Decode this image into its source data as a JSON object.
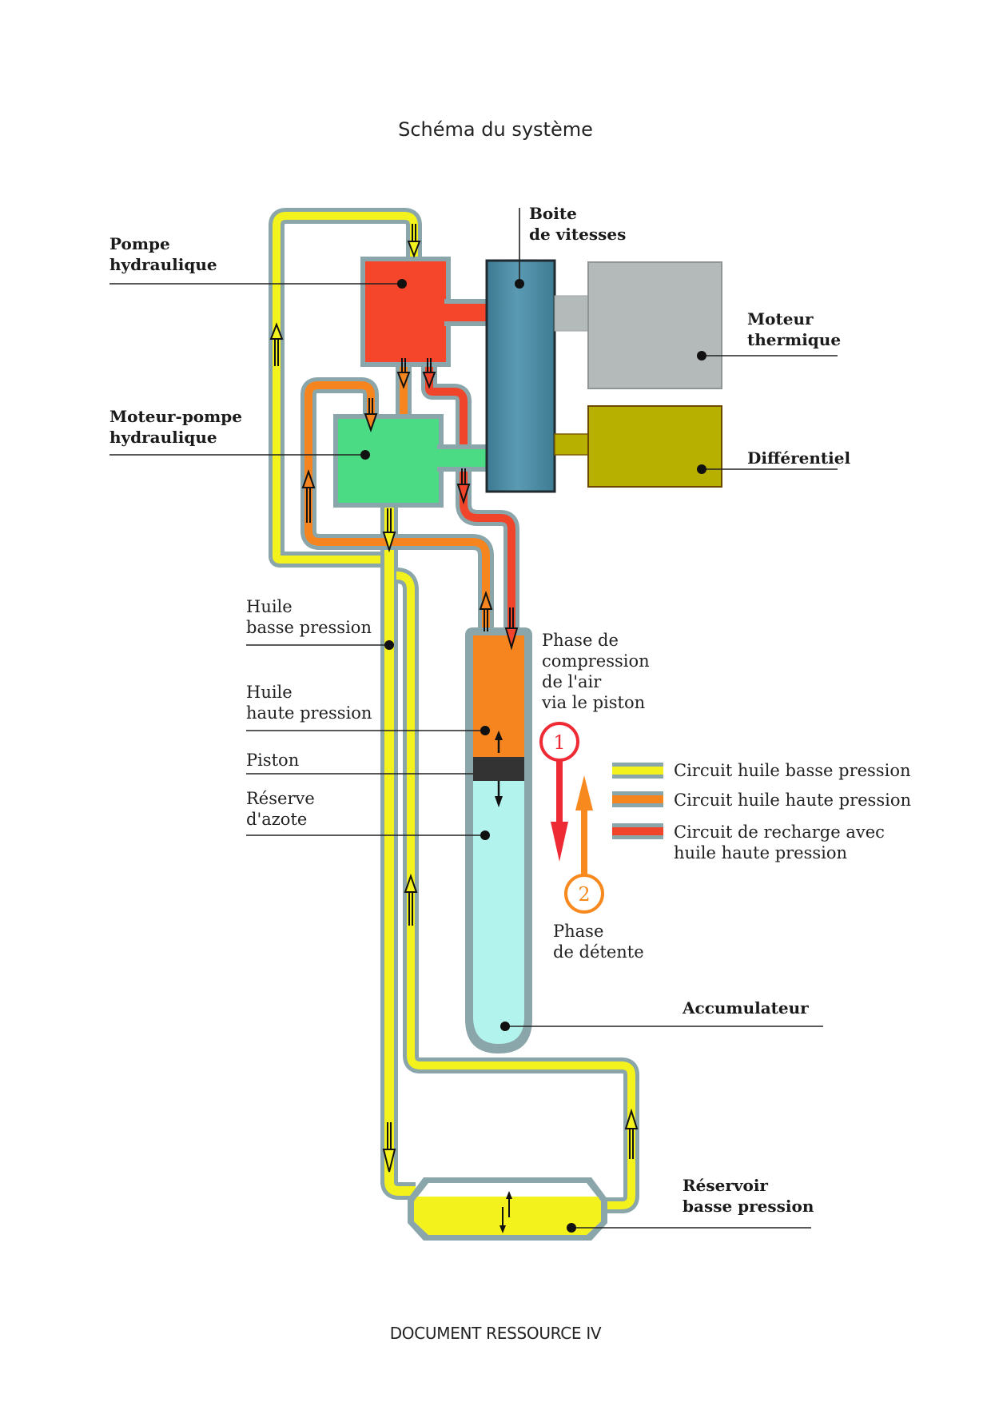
{
  "header": {
    "title": "Schéma du système"
  },
  "footer": {
    "label": "DOCUMENT RESSOURCE IV"
  },
  "components": {
    "pompe_hydraulique": {
      "line1": "Pompe",
      "line2": "hydraulique"
    },
    "boite_vitesses": {
      "line1": "Boite",
      "line2": "de vitesses"
    },
    "moteur_thermique": {
      "line1": "Moteur",
      "line2": "thermique"
    },
    "moteur_pompe": {
      "line1": "Moteur-pompe",
      "line2": "hydraulique"
    },
    "differentiel": {
      "line1": "Différentiel"
    },
    "huile_basse": {
      "line1": "Huile",
      "line2": "basse pression"
    },
    "huile_haute": {
      "line1": "Huile",
      "line2": "haute pression"
    },
    "piston": {
      "line1": "Piston"
    },
    "reserve_azote": {
      "line1": "Réserve",
      "line2": "d'azote"
    },
    "accumulateur": {
      "line1": "Accumulateur"
    },
    "reservoir": {
      "line1": "Réservoir",
      "line2": "basse pression"
    }
  },
  "phases": {
    "compression": {
      "number": "1",
      "line1": "Phase de",
      "line2": "compression",
      "line3": "de l'air",
      "line4": "via le piston"
    },
    "detente": {
      "number": "2",
      "line1": "Phase",
      "line2": "de détente"
    }
  },
  "legend": {
    "items": [
      {
        "label": "Circuit huile basse pression",
        "color": "#f4f21c"
      },
      {
        "label": "Circuit huile haute pression",
        "color": "#f7851f"
      },
      {
        "label_line1": "Circuit de recharge avec",
        "label_line2": "huile haute pression",
        "color": "#f0452a"
      }
    ]
  },
  "colors": {
    "pipe_border": "#8aa6aa",
    "low_pressure": "#f4f21c",
    "high_pressure": "#f7851f",
    "recharge": "#f0452a",
    "pump": "#f5452b",
    "motor_pump": "#4cdb85",
    "gearbox": "#4f8ea6",
    "engine": "#b4b9ba",
    "differential": "#b8b000",
    "nitrogen": "#b3f3ee",
    "piston": "#333333",
    "phase1": "#ee2a35",
    "phase2": "#f7891f"
  }
}
